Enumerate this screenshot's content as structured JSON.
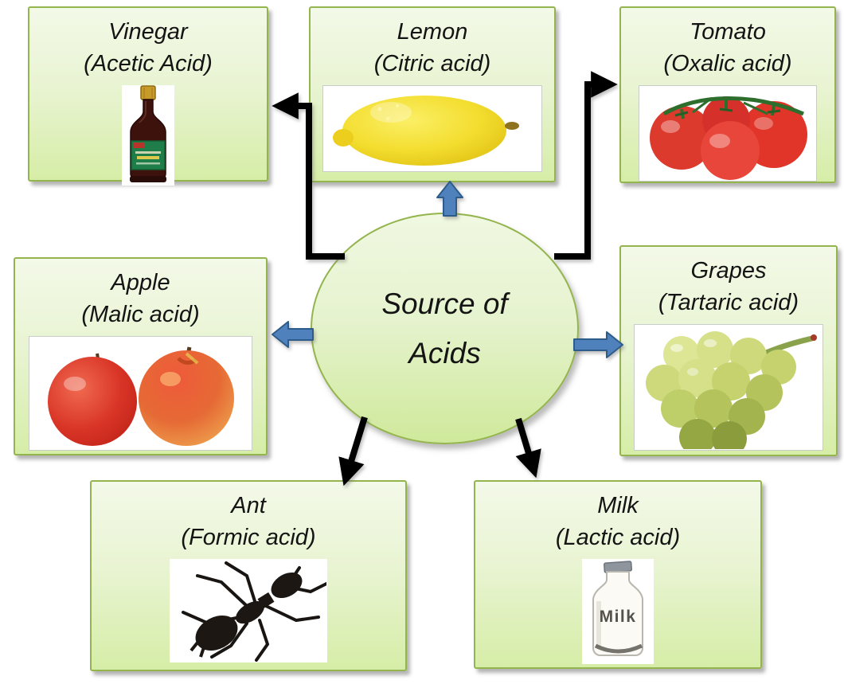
{
  "diagram": {
    "center": {
      "line1": "Source of",
      "line2": "Acids"
    },
    "nodes": [
      {
        "name": "Vinegar",
        "acid": "(Acetic Acid)",
        "image": "vinegar-bottle"
      },
      {
        "name": "Lemon",
        "acid": "(Citric acid)",
        "image": "lemon"
      },
      {
        "name": "Tomato",
        "acid": "(Oxalic acid)",
        "image": "tomatoes-on-vine"
      },
      {
        "name": "Apple",
        "acid": "(Malic acid)",
        "image": "two-apples"
      },
      {
        "name": "Grapes",
        "acid": "(Tartaric acid)",
        "image": "green-grapes"
      },
      {
        "name": "Ant",
        "acid": "(Formic acid)",
        "image": "black-ant"
      },
      {
        "name": "Milk",
        "acid": "(Lactic acid)",
        "image": "milk-bottle",
        "bottle_label": "Milk"
      }
    ],
    "colors": {
      "box_fill_top": "#f3f9e8",
      "box_fill_bottom": "#d6eda7",
      "box_border": "#94b44e",
      "connector_black": "#000000",
      "arrow_blue_fill": "#4f81bd",
      "arrow_blue_border": "#2e5c8a"
    }
  }
}
